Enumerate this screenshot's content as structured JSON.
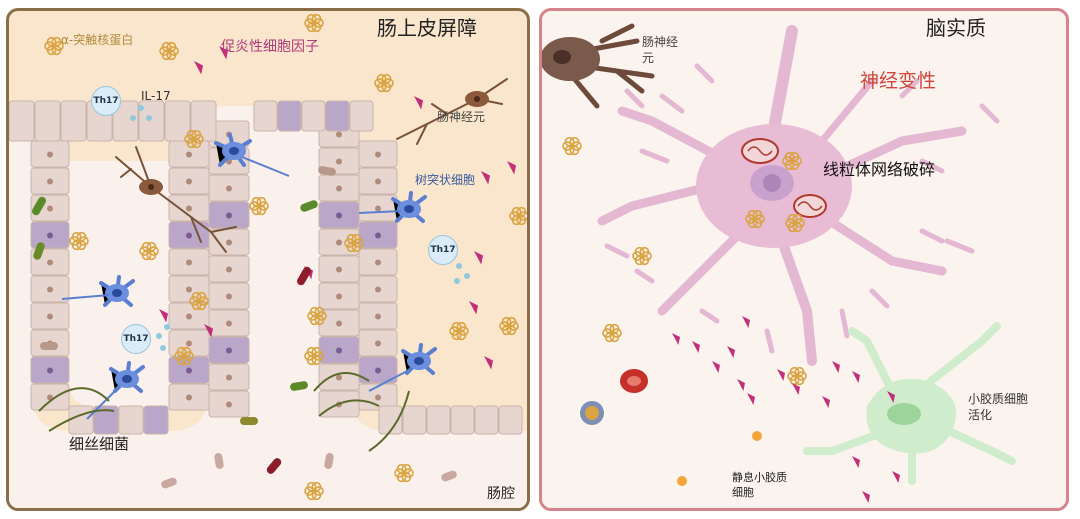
{
  "gut": {
    "title": "肠上皮屏障",
    "lumen_label": "肠腔",
    "labels": {
      "alpha_syn": "α-突触核蛋白",
      "cytokines": "促炎性细胞因子",
      "il17": "IL-17",
      "enteric_neuron": "肠神经元",
      "dendritic_cell": "树突状细胞",
      "filamentous_bacteria": "细丝细菌"
    },
    "th17_cells": [
      "Th17",
      "Th17",
      "Th17"
    ]
  },
  "brain": {
    "title": "脑实质",
    "labels": {
      "enteric_neuron_line1": "肠神经",
      "enteric_neuron_line2": "元",
      "neurodegeneration": "神经变性",
      "mito_fragmentation": "线粒体网络破碎",
      "microglia_activation_line1": "小胶质细胞",
      "microglia_activation_line2": "活化",
      "resting_microglia_line1": "静息小胶质",
      "resting_microglia_line2": "细胞"
    }
  },
  "colors": {
    "gut_border": "#8a6e4a",
    "gut_bg": "#f9e6cc",
    "brain_border": "#d4848a",
    "brain_bg": "#fbf3ee",
    "alpha_syn": "#d9a441",
    "cytokine": "#c2307a",
    "dendritic_cell": "#5a7fd0",
    "neuron_pink": "#e9bcd6",
    "microglia_green": "#cfeccc",
    "neurodegeneration_text": "#d0453f"
  }
}
